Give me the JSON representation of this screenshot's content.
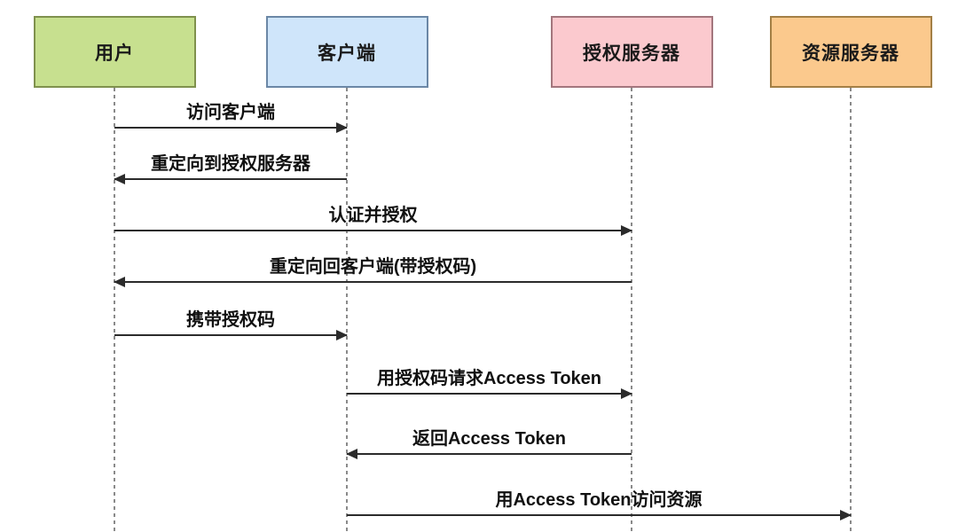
{
  "diagram": {
    "type": "sequence-diagram",
    "background": "#ffffff",
    "line_color": "#2b2b2b",
    "lifeline_color": "#8a8a8a",
    "text_color": "#111111"
  },
  "actors": [
    {
      "id": "user",
      "label": "用户",
      "fill": "#c7e08f",
      "border": "#7f914d"
    },
    {
      "id": "client",
      "label": "客户端",
      "fill": "#cfe5fa",
      "border": "#6b87a6"
    },
    {
      "id": "auth",
      "label": "授权服务器",
      "fill": "#fbc9ce",
      "border": "#a3767d"
    },
    {
      "id": "resource",
      "label": "资源服务器",
      "fill": "#fbc98d",
      "border": "#a37f45"
    }
  ],
  "messages": [
    {
      "text": "访问客户端",
      "from": "user",
      "to": "client"
    },
    {
      "text": "重定向到授权服务器",
      "from": "client",
      "to": "user"
    },
    {
      "text": "认证并授权",
      "from": "user",
      "to": "auth"
    },
    {
      "text": "重定向回客户端(带授权码)",
      "from": "auth",
      "to": "user"
    },
    {
      "text": "携带授权码",
      "from": "user",
      "to": "client"
    },
    {
      "text": "用授权码请求Access Token",
      "from": "client",
      "to": "auth"
    },
    {
      "text": "返回Access Token",
      "from": "auth",
      "to": "client"
    },
    {
      "text": "用Access Token访问资源",
      "from": "client",
      "to": "resource"
    }
  ]
}
